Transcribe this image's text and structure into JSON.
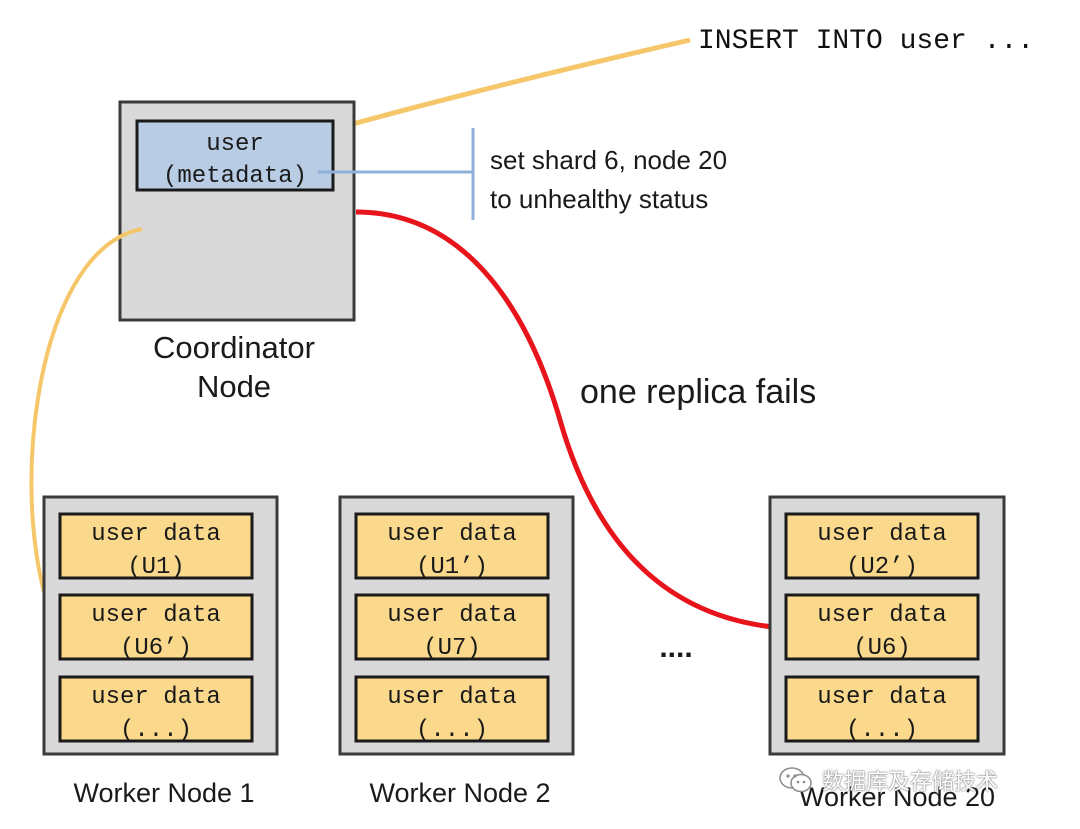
{
  "sql_statement": "INSERT INTO user ...",
  "coordinator": {
    "metadata_line1": "user",
    "metadata_line2": "(metadata)",
    "label_line1": "Coordinator",
    "label_line2": "Node"
  },
  "annotation": {
    "line1": "set shard 6, node 20",
    "line2": "to unhealthy status"
  },
  "failure_label": "one replica fails",
  "ellipsis": "....",
  "workers": [
    {
      "label": "Worker Node 1",
      "shards": [
        {
          "line1": "user data",
          "line2": "(U1)"
        },
        {
          "line1": "user data",
          "line2": "(U6’)"
        },
        {
          "line1": "user data",
          "line2": "(...)"
        }
      ]
    },
    {
      "label": "Worker Node 2",
      "shards": [
        {
          "line1": "user data",
          "line2": "(U1’)"
        },
        {
          "line1": "user data",
          "line2": "(U7)"
        },
        {
          "line1": "user data",
          "line2": "(...)"
        }
      ]
    },
    {
      "label": "Worker Node 20",
      "shards": [
        {
          "line1": "user data",
          "line2": "(U2’)"
        },
        {
          "line1": "user data",
          "line2": "(U6)"
        },
        {
          "line1": "user data",
          "line2": "(...)"
        }
      ]
    }
  ],
  "watermark_text": "数据库及存储技术",
  "colors": {
    "node_fill": "#d9d9d9",
    "metadata_fill": "#b8cce4",
    "shard_fill": "#fad98c",
    "insert_arrow": "#f5c76a",
    "failure_arrow": "#e8141b",
    "annotation_line": "#8fb0d9"
  }
}
